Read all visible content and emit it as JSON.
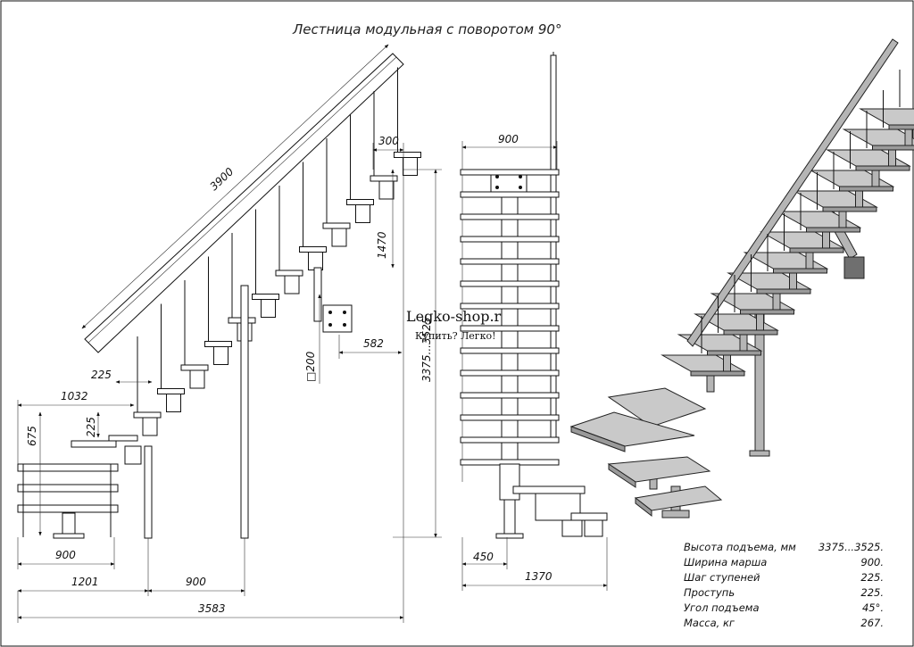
{
  "title": "Лестница модульная с поворотом 90°",
  "watermark": {
    "site": "Legko-shop.ru",
    "slogan": "Купить? Легко!"
  },
  "side_view_dimensions": {
    "rail_length": "3900",
    "top_tread": "300",
    "top_rise": "1470",
    "step_225_a": "225",
    "landing_length": "1032",
    "step_225_b": "225",
    "landing_height": "675",
    "landing_width": "900",
    "lower_run": "1201",
    "post_spacing": "900",
    "total_length": "3583",
    "bracket_size": "□200",
    "post_offset": "582"
  },
  "front_view_dimensions": {
    "march_width": "900",
    "total_height": "3375...3525",
    "bottom_offset": "450",
    "bottom_total": "1370"
  },
  "specs": [
    {
      "label": "Высота подъема, мм",
      "value": "3375...3525."
    },
    {
      "label": "Ширина марша",
      "value": "900."
    },
    {
      "label": "Шаг ступеней",
      "value": "225."
    },
    {
      "label": "Проступь",
      "value": "225."
    },
    {
      "label": "Угол подъема",
      "value": "45°."
    },
    {
      "label": "Масса, кг",
      "value": "267."
    }
  ]
}
